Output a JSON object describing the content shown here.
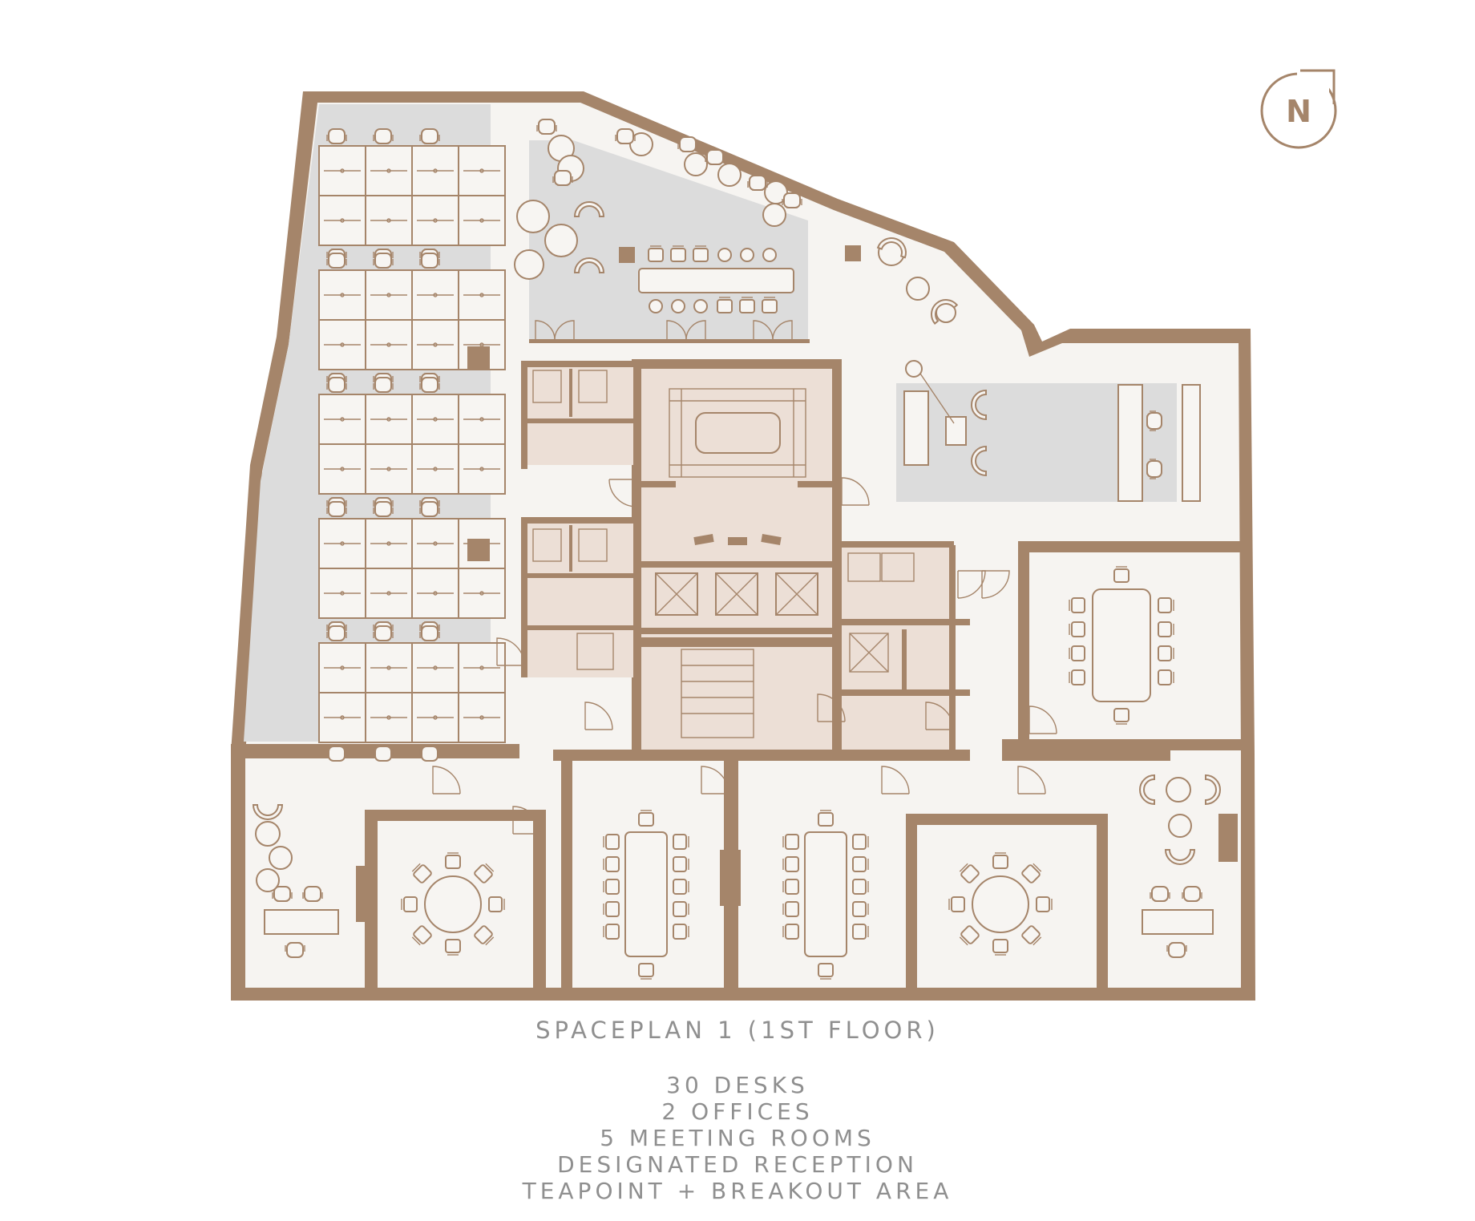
{
  "plan": {
    "title": "SPACEPLAN 1 (1ST FLOOR)",
    "features": [
      "30 DESKS",
      "2 OFFICES",
      "5 MEETING ROOMS",
      "DESIGNATED RECEPTION",
      "TEAPOINT + BREAKOUT AREA"
    ]
  },
  "compass": {
    "label": "N",
    "icon": "north-arrow-icon"
  },
  "colors": {
    "wall": "#a5856a",
    "floor": "#f6f4f1",
    "zone": "#dcdcdc",
    "core": "#ecdfd6",
    "text": "#8f8f8f"
  }
}
